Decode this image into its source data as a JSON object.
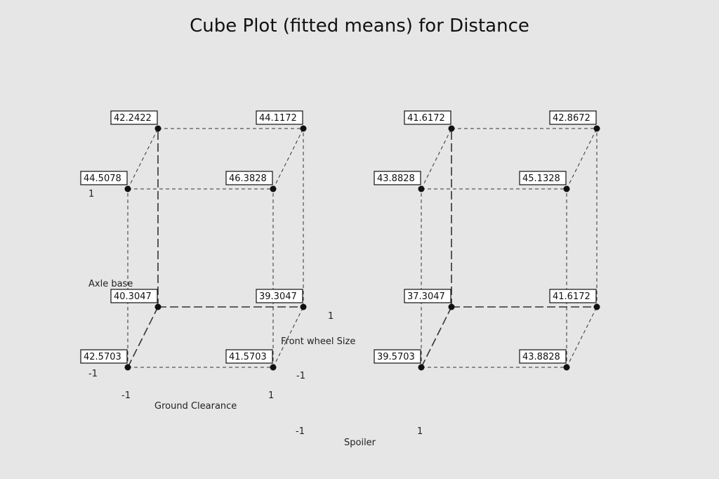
{
  "chart_data": {
    "type": "cube",
    "title": "Cube Plot (fitted means) for Distance",
    "response": "Distance",
    "factors": {
      "front_wheel_size": "Front wheel Size",
      "axle_base": "Axle base",
      "ground_clearance": "Ground Clearance",
      "spoiler": "Spoiler"
    },
    "levels": {
      "low": "-1",
      "high": "1"
    },
    "cubes": [
      {
        "spoiler": "-1",
        "corners": [
          {
            "gc": -1,
            "ab": -1,
            "fw": -1,
            "value": "42.5703"
          },
          {
            "gc": 1,
            "ab": -1,
            "fw": -1,
            "value": "41.5703"
          },
          {
            "gc": -1,
            "ab": -1,
            "fw": 1,
            "value": "40.3047"
          },
          {
            "gc": 1,
            "ab": -1,
            "fw": 1,
            "value": "39.3047"
          },
          {
            "gc": -1,
            "ab": 1,
            "fw": -1,
            "value": "44.5078"
          },
          {
            "gc": 1,
            "ab": 1,
            "fw": -1,
            "value": "46.3828"
          },
          {
            "gc": -1,
            "ab": 1,
            "fw": 1,
            "value": "42.2422"
          },
          {
            "gc": 1,
            "ab": 1,
            "fw": 1,
            "value": "44.1172"
          }
        ]
      },
      {
        "spoiler": "1",
        "corners": [
          {
            "gc": -1,
            "ab": -1,
            "fw": -1,
            "value": "39.5703"
          },
          {
            "gc": 1,
            "ab": -1,
            "fw": -1,
            "value": "43.8828"
          },
          {
            "gc": -1,
            "ab": -1,
            "fw": 1,
            "value": "37.3047"
          },
          {
            "gc": 1,
            "ab": -1,
            "fw": 1,
            "value": "41.6172"
          },
          {
            "gc": -1,
            "ab": 1,
            "fw": -1,
            "value": "43.8828"
          },
          {
            "gc": 1,
            "ab": 1,
            "fw": -1,
            "value": "45.1328"
          },
          {
            "gc": -1,
            "ab": 1,
            "fw": 1,
            "value": "41.6172"
          },
          {
            "gc": 1,
            "ab": 1,
            "fw": 1,
            "value": "42.8672"
          }
        ]
      }
    ]
  }
}
